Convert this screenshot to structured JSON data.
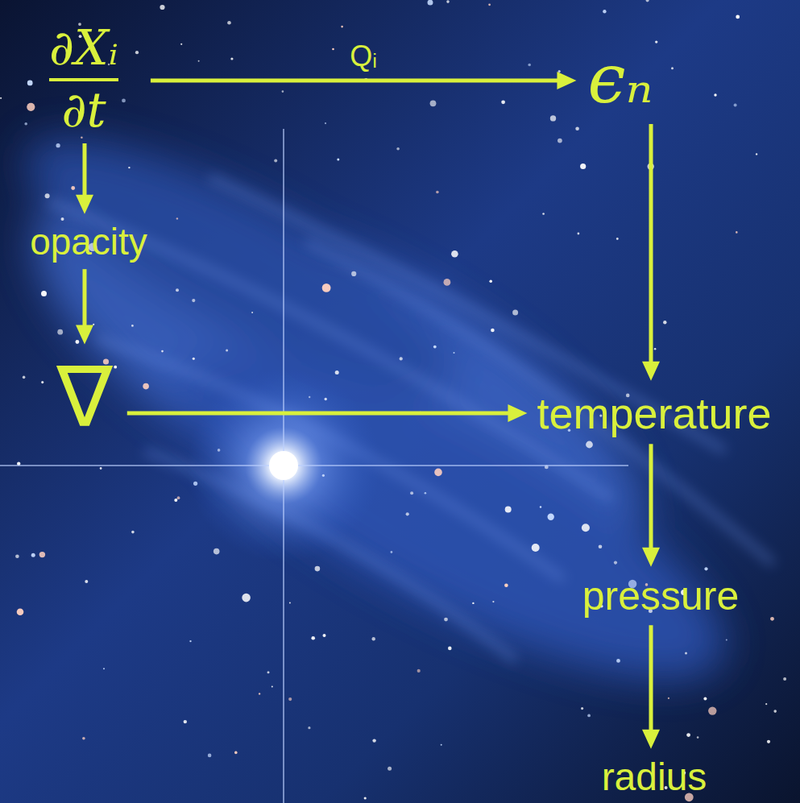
{
  "diagram": {
    "nodes": [
      {
        "text": [
          "∂Xᵢ",
          "∂t"
        ]
      },
      {
        "text": [
          "ϵₙ"
        ]
      },
      {
        "text": [
          "opacity"
        ]
      },
      {
        "text": [
          "∇"
        ]
      },
      {
        "text": [
          "temperature"
        ]
      },
      {
        "text": [
          "pressure"
        ]
      },
      {
        "text": [
          "radius"
        ]
      }
    ],
    "edges": [
      {
        "from": 0,
        "to": 1,
        "label": "Qᵢ",
        "arrow": "to"
      },
      {
        "from": 0,
        "to": 2,
        "arrow": "to"
      },
      {
        "from": 2,
        "to": 3,
        "arrow": "to"
      },
      {
        "from": 3,
        "to": 4,
        "arrow": "to"
      },
      {
        "from": 1,
        "to": 4,
        "arrow": "to"
      },
      {
        "from": 4,
        "to": 5,
        "arrow": "to"
      },
      {
        "from": 5,
        "to": 6,
        "arrow": "to"
      }
    ]
  }
}
